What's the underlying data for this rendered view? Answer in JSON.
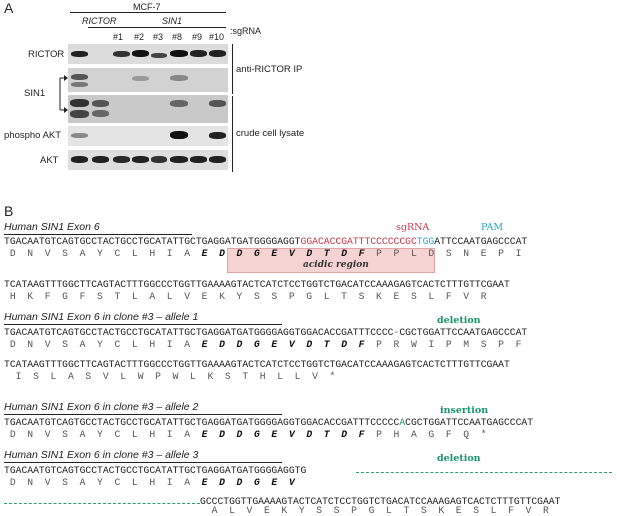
{
  "panel_a": {
    "letter": "A",
    "cell_line": "MCF-7",
    "groups": [
      "RICTOR",
      "SIN1"
    ],
    "lanes": [
      "#1",
      "#2",
      "#3",
      "#8",
      "#9",
      "#10"
    ],
    "sgrna_suffix": ":sgRNA",
    "row_labels": [
      "RICTOR",
      "SIN1",
      "phospho AKT",
      "AKT"
    ],
    "side_labels": [
      "anti-RICTOR IP",
      "crude cell lysate"
    ]
  },
  "panel_b": {
    "letter": "B",
    "exon6": {
      "title": "Human SIN1 Exon 6",
      "l1_pre": "TGACAATGTCAGTGCCTACTGCCTGCATATTGCTGAGGATGATGGGGAGGT",
      "l1_sg": "GGACACCGATTTCCCCCCGC",
      "l1_pam": "TGG",
      "l1_post": "ATTCCAATGAGCCCAT",
      "aa1_pre": " D  N  V  S  A  Y  C  L  H  I  A  ",
      "aa1_bold": "E  D  D  G  E  V  D  T  D  F",
      "aa1_post": "  P  P  L  D  S  N  E  P  I",
      "l2": "TCATAAGTTTGGCTTCAGTACTTTGGCCCTGGTTGAAAAGTACTCATCTCCTGGTCTGACATCCAAAGAGTCACTCTTTGTTCGAAT",
      "aa2": " H  K  F  G  F  S  T  L  A  L  V  E  K  Y  S  S  P  G  L  T  S  K  E  S  L  F  V  R",
      "sgrna_label": "sgRNA",
      "pam_label": "PAM",
      "acidic_label": "acidic region"
    },
    "allele1": {
      "title": "Human SIN1 Exon 6 in clone #3 – allele 1",
      "annotation": "deletion",
      "l1_pre": "TGACAATGTCAGTGCCTACTGCCTGCATATTGCTGAGGATGATGGGGAGGTGGACACCGATTTCCCC",
      "l1_mark": "-",
      "l1_post": "CGCTGGATTCCAATGAGCCCAT",
      "aa1_pre": " D  N  V  S  A  Y  C  L  H  I  A  ",
      "aa1_bold": "E  D  D  G  E  V  D  T  D  F",
      "aa1_post": "  P  R  W  I  P  M  S  P  F",
      "l2": "TCATAAGTTTGGCTTCAGTACTTTGGCCCTGGTTGAAAAGTACTCATCTCCTGGTCTGACATCCAAAGAGTCACTCTTTGTTCGAAT",
      "aa2": "  I  S  L  A  S  V  L  W  P  W  L  K  S  T  H  L  L  V  *"
    },
    "allele2": {
      "title": "Human SIN1 Exon 6 in clone #3 – allele 2",
      "annotation": "insertion",
      "l1_pre": "TGACAATGTCAGTGCCTACTGCCTGCATATTGCTGAGGATGATGGGGAGGTGGACACCGATTTCCCCC",
      "l1_mark": "A",
      "l1_post": "CGCTGGATTCCAATGAGCCCAT",
      "aa1_pre": " D  N  V  S  A  Y  C  L  H  I  A  ",
      "aa1_bold": "E  D  D  G  E  V  D  T  D  F",
      "aa1_post": "  P  H  A  G  F  Q  *"
    },
    "allele3": {
      "title": "Human SIN1 Exon 6 in clone #3 – allele 3",
      "annotation": "deletion",
      "l1_pre": "TGACAATGTCAGTGCCTACTGCCTGCATATTGCTGAGGATGATGGGGAGGTG",
      "aa1_pre": " D  N  V  S  A  Y  C  L  H  I  A  ",
      "aa1_bold": "E  D  D  G  E  V",
      "l2": "GCCCTGGTTGAAAAGTACTCATCTCCTGGTCTGACATCCAAAGAGTCACTCTTTGTTCGAAT",
      "aa2": "  A  L  V  E  K  Y  S  S  P  G  L  T  S  K  E  S  L  F  V  R"
    },
    "colors": {
      "sgrna": "#c8384b",
      "pam": "#27a6c8",
      "annotation": "#18966a",
      "acidic_box": "#f6d3d3"
    }
  }
}
